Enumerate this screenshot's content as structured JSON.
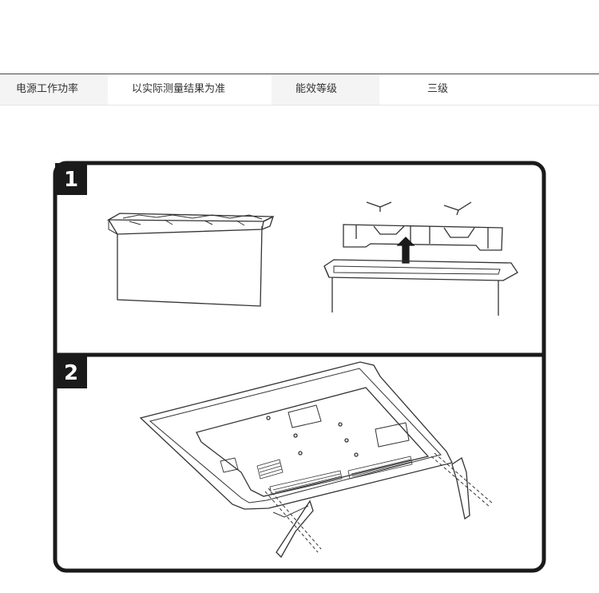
{
  "spec_row": {
    "cells": [
      {
        "text": "电源工作功率",
        "kind": "label"
      },
      {
        "text": "以实际测量结果为准",
        "kind": "value"
      },
      {
        "text": "能效等级",
        "kind": "label"
      },
      {
        "text": "三级",
        "kind": "value"
      }
    ]
  },
  "manual": {
    "steps": [
      {
        "number": "1"
      },
      {
        "number": "2"
      }
    ]
  },
  "colors": {
    "frame": "#1a1a1a",
    "line_art": "#333333",
    "label_bg": "#f4f4f4"
  }
}
